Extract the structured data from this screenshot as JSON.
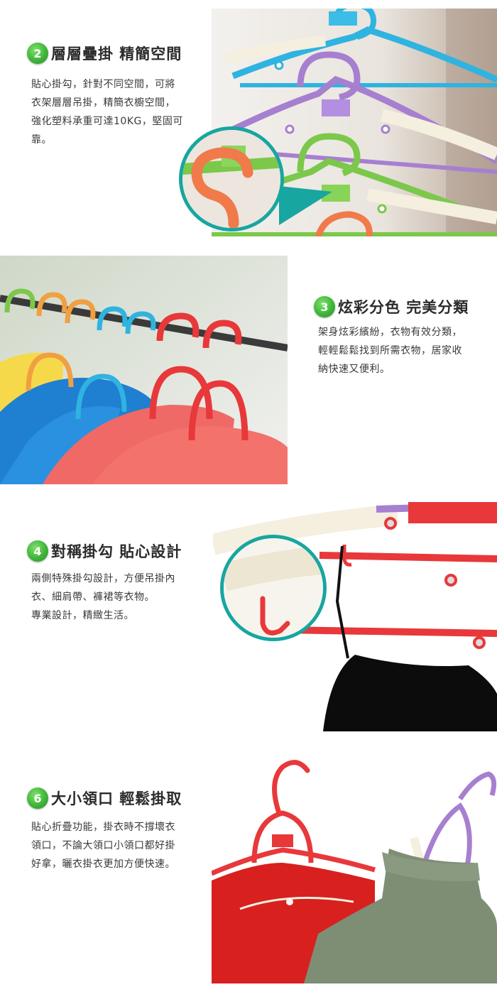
{
  "sections": [
    {
      "badge": "2",
      "title": "層層疊掛 精簡空間",
      "lines": [
        "貼心掛勾，針對不同空間，可將",
        "衣架層層吊掛，精簡衣櫥空間，",
        "強化塑料承重可達10KG，堅固可",
        "靠。"
      ],
      "photo_icon": "stacked-hangers-photo"
    },
    {
      "badge": "3",
      "title": "炫彩分色 完美分類",
      "lines": [
        "架身炫彩繽紛，衣物有效分類，",
        "輕輕鬆鬆找到所需衣物，居家收",
        "納快速又便利。"
      ],
      "photo_icon": "colorful-hangers-rack-photo"
    },
    {
      "badge": "4",
      "title": "對稱掛勾 貼心設計",
      "lines": [
        "兩側特殊掛勾設計，方便吊掛內",
        "衣、細肩帶、褲裙等衣物。",
        "專業設計，精緻生活。"
      ],
      "photo_icon": "side-hook-camisole-photo"
    },
    {
      "badge": "6",
      "title": "大小領口 輕鬆掛取",
      "lines": [
        "貼心折疊功能，掛衣時不撐壞衣",
        "領口，不論大領口小領口都好掛",
        "好拿，曬衣掛衣更加方便快速。"
      ],
      "photo_icon": "folding-hanger-sweaters-photo"
    }
  ],
  "colors": {
    "badge_green": "#3fb53a",
    "accent_teal": "#17a6a0",
    "hanger_blue": "#2fb3e0",
    "hanger_purple": "#a77fd0",
    "hanger_green": "#7cc84a",
    "hanger_orange": "#f07a4a",
    "hanger_red": "#e8383a",
    "hanger_cream": "#f4efdf"
  }
}
